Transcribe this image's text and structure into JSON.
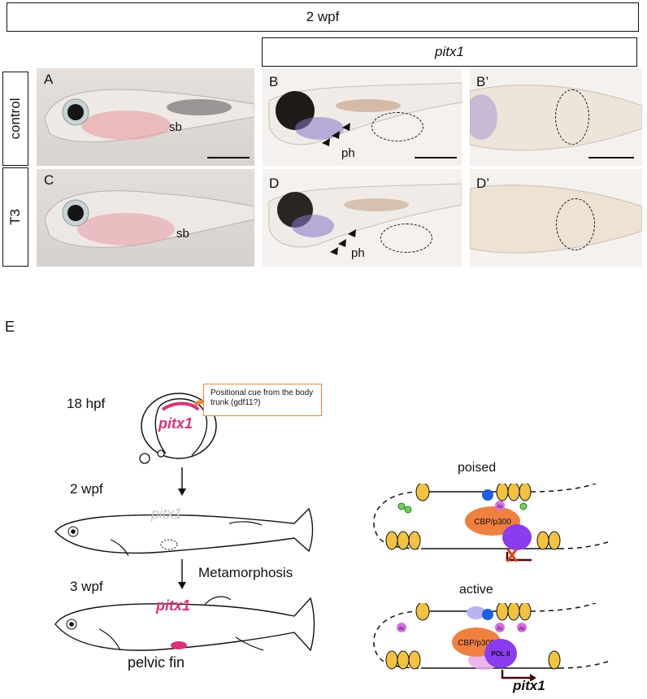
{
  "header": {
    "title": "2 wpf",
    "subtitle": "pitx1"
  },
  "rows": {
    "control": "control",
    "t3": "T3"
  },
  "panels": {
    "A": {
      "letter": "A",
      "label": "sb"
    },
    "B": {
      "letter": "B",
      "label": "ph"
    },
    "Bp": {
      "letter": "B’"
    },
    "C": {
      "letter": "C",
      "label": "sb"
    },
    "D": {
      "letter": "D",
      "label": "ph"
    },
    "Dp": {
      "letter": "D’"
    }
  },
  "schematic": {
    "letter": "E",
    "stage1": "18 hpf",
    "stage2": "2 wpf",
    "stage3": "3 wpf",
    "gene": "pitx1",
    "cue": "Positional cue from the body trunk (gdf11?)",
    "arrow_label": "Metamorphosis",
    "fin_label": "pelvic fin",
    "poised": "poised",
    "active": "active",
    "cbp": "CBP/p300",
    "pol2": "POL II",
    "ac": "Ac"
  },
  "colors": {
    "gene": "#d9317a",
    "cue_border": "#e8833a",
    "cbp": "#f08040",
    "pol2": "#8a3cf0",
    "nucleosome": "#f2c240"
  }
}
